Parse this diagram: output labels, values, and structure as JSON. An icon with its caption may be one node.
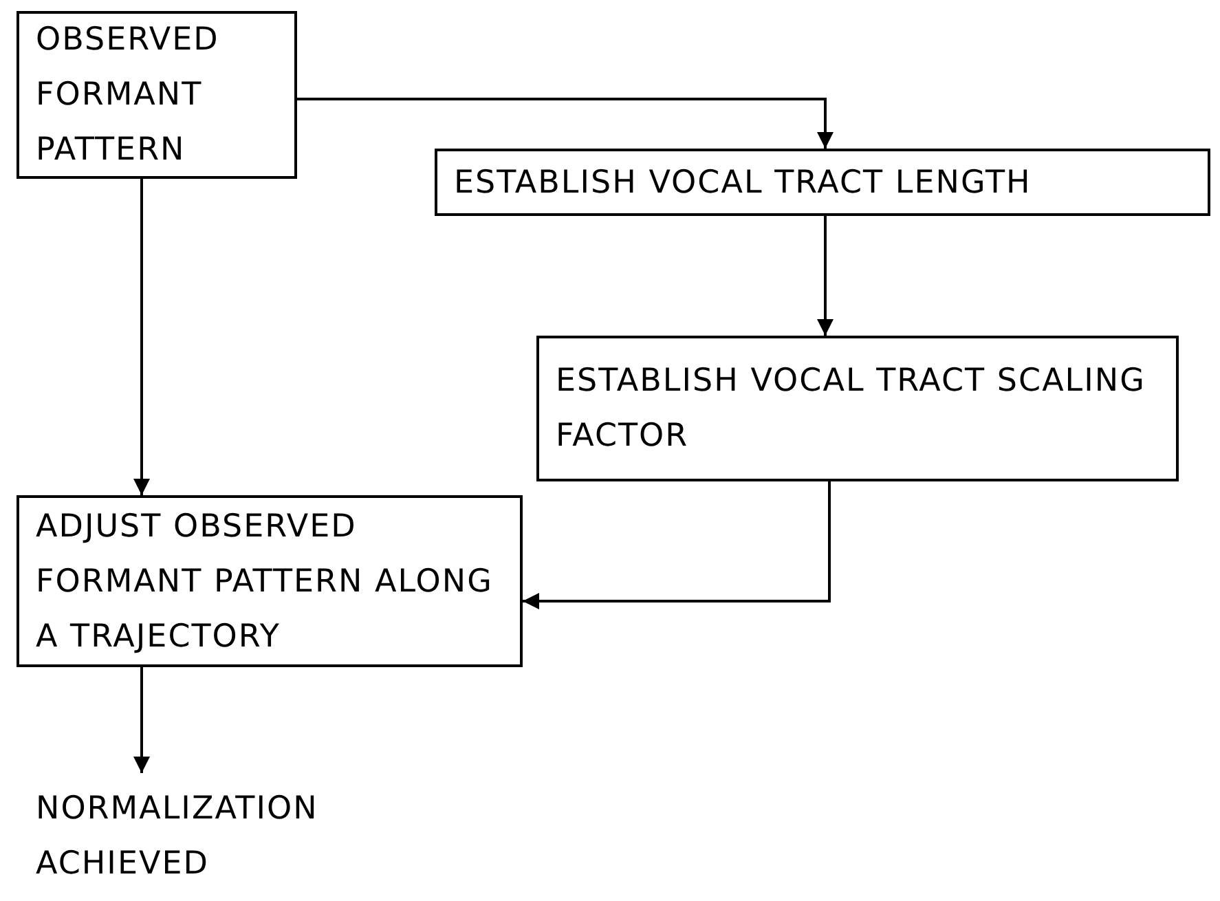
{
  "diagram": {
    "nodes": [
      {
        "text": [
          "OBSERVED FORMANT PATTERN"
        ]
      },
      {
        "text": [
          "ESTABLISH VOCAL TRACT LENGTH"
        ]
      },
      {
        "text": [
          "ESTABLISH VOCAL TRACT SCALING FACTOR"
        ]
      },
      {
        "text": [
          "ADJUST OBSERVED FORMANT PATTERN ALONG A TRAJECTORY"
        ]
      },
      {
        "text": [
          "NORMALIZATION ACHIEVED"
        ]
      }
    ],
    "edges": [
      {
        "from": 0,
        "to": 1,
        "arrow": "to"
      },
      {
        "from": 1,
        "to": 2,
        "arrow": "to"
      },
      {
        "from": 0,
        "to": 3,
        "arrow": "to"
      },
      {
        "from": 2,
        "to": 3,
        "arrow": "to"
      },
      {
        "from": 3,
        "to": 4,
        "arrow": "to"
      }
    ]
  }
}
